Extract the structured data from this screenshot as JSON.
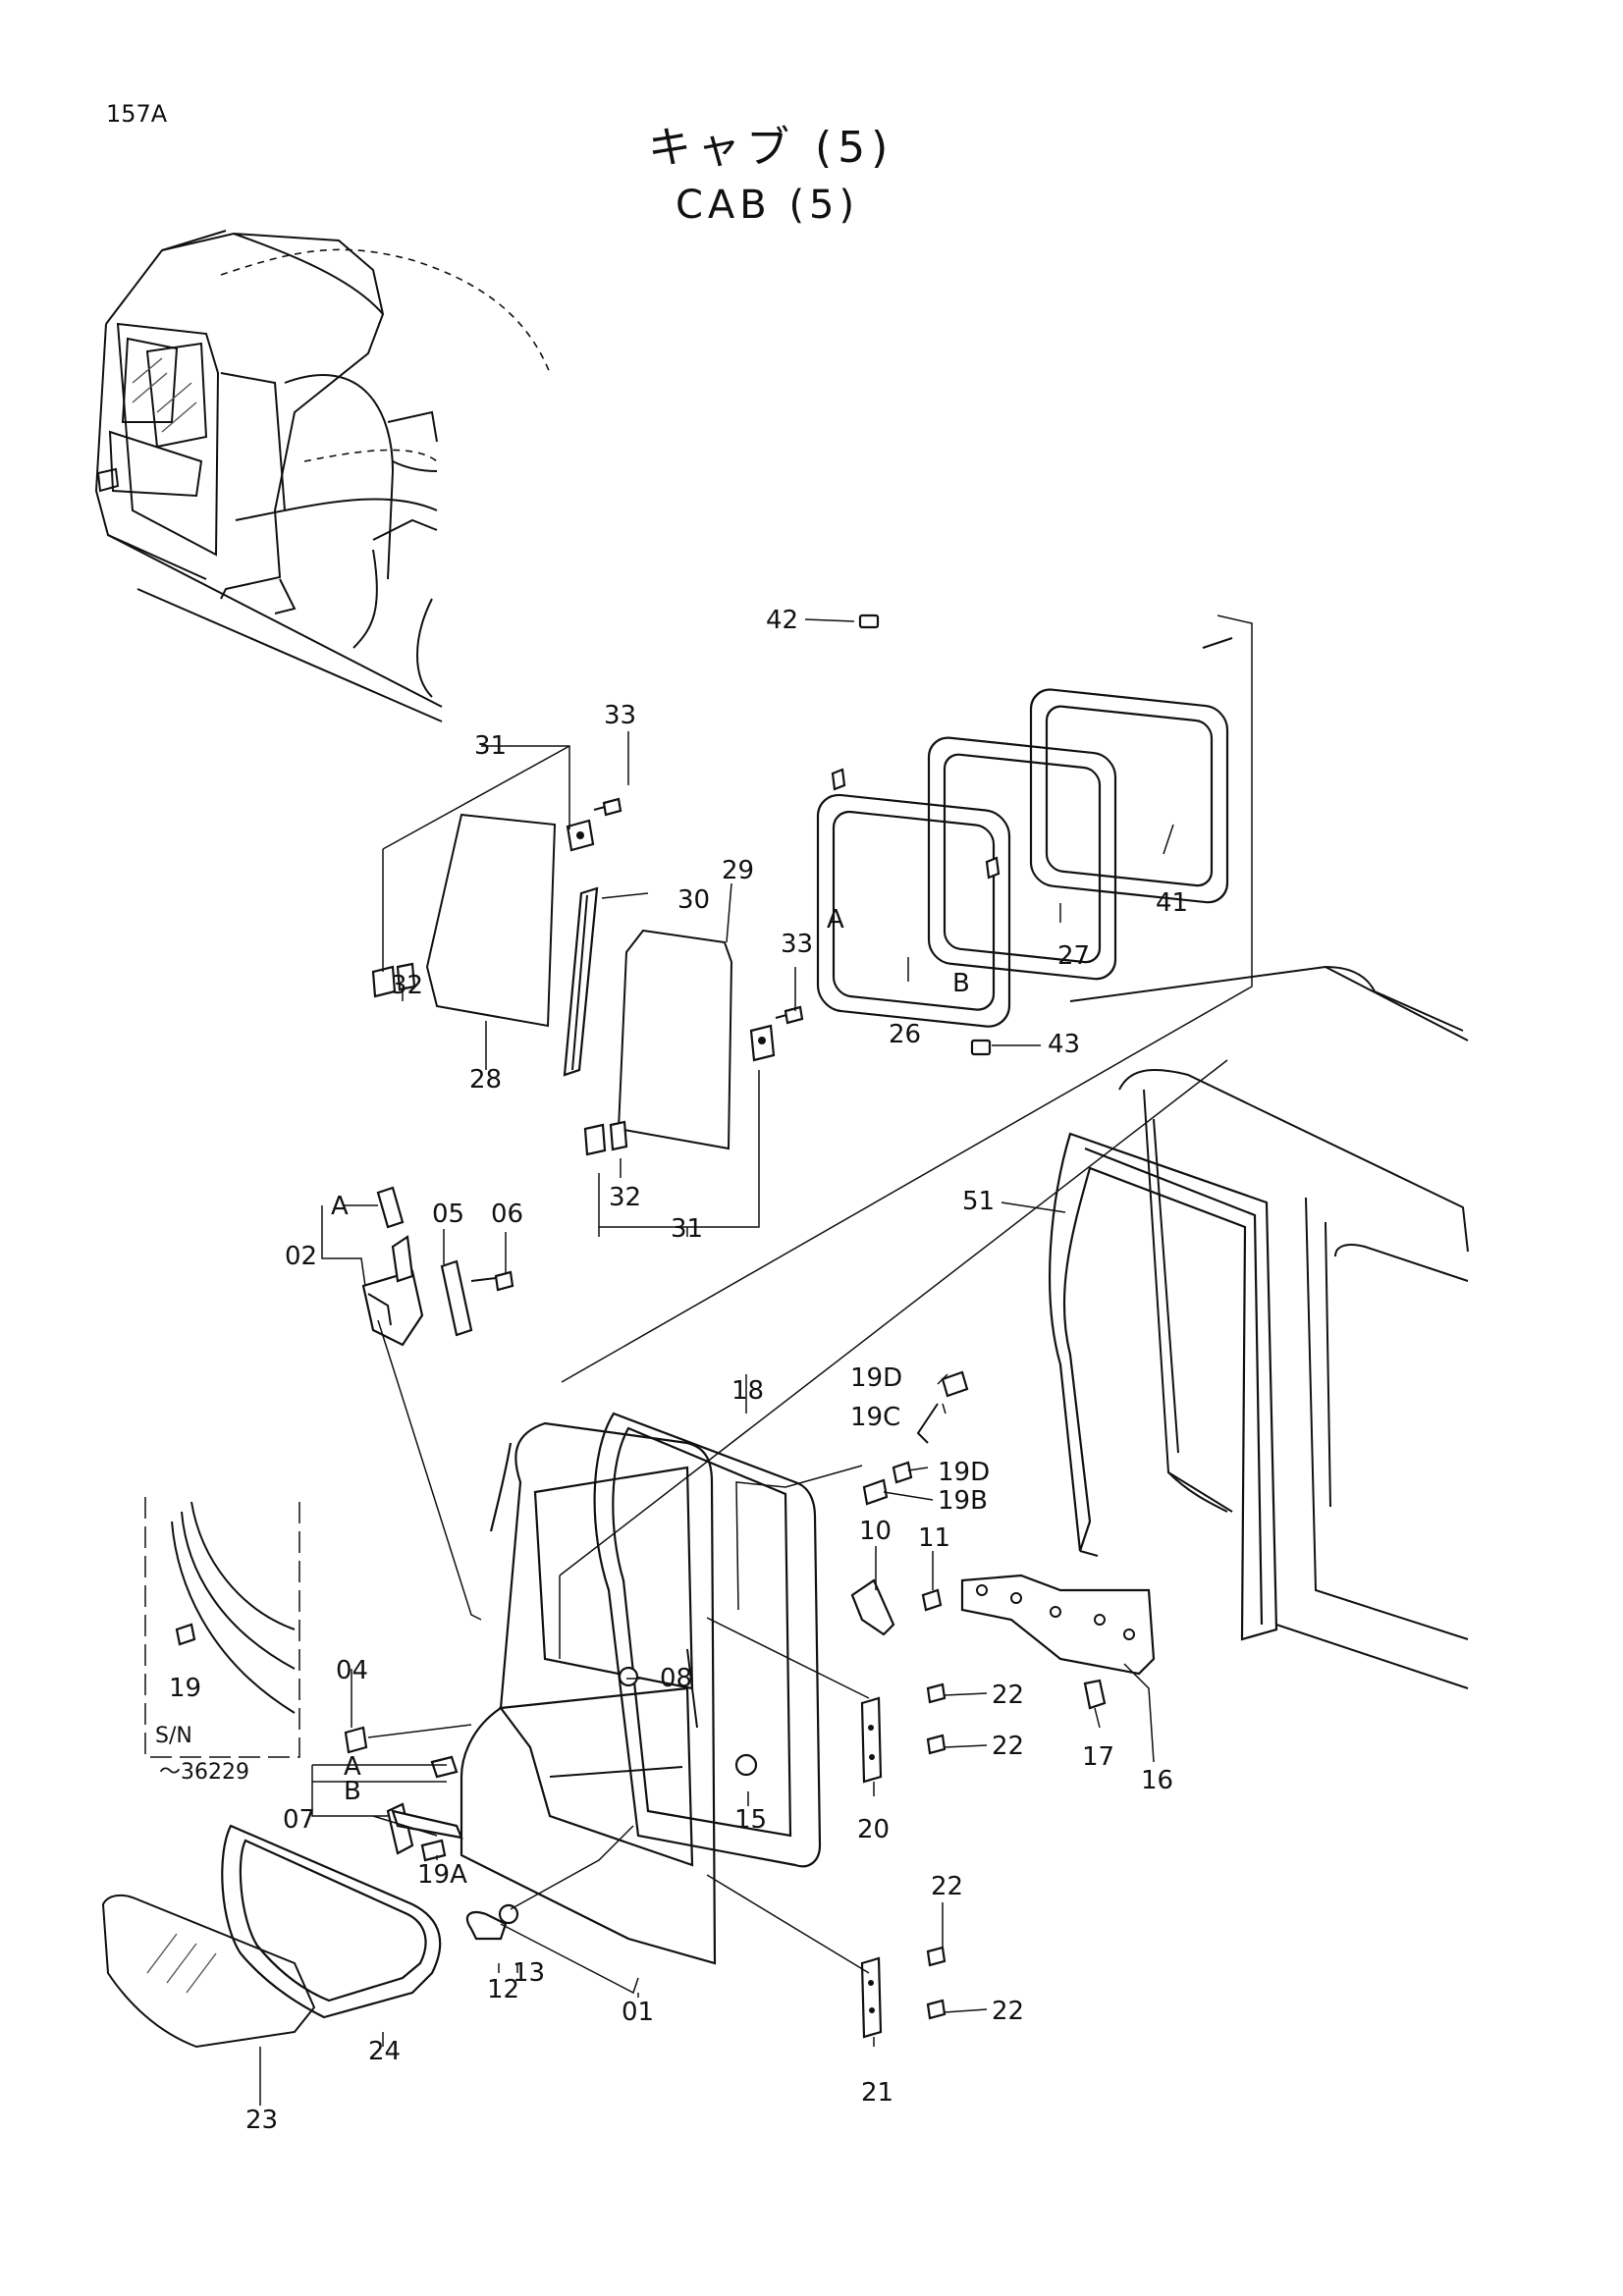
{
  "page_code": "157A",
  "title_jp": "キャブ (5)",
  "title_en": "CAB (5)",
  "serial_note": {
    "prefix": "S/N",
    "value": "～36229"
  },
  "callouts": {
    "c42": "42",
    "c33a": "33",
    "c31a": "31",
    "c29": "29",
    "c30": "30",
    "cA1": "A",
    "cB1": "B",
    "c41": "41",
    "c27": "27",
    "c26": "26",
    "c43": "43",
    "c32a": "32",
    "c28": "28",
    "c33b": "33",
    "c32b": "32",
    "c31b": "31",
    "cA2": "A",
    "c02": "02",
    "c05": "05",
    "c06": "06",
    "c51": "51",
    "c19D1": "19D",
    "c19C": "19C",
    "c19D2": "19D",
    "c19B": "19B",
    "c18": "18",
    "c10": "10",
    "c11": "11",
    "c19": "19",
    "c04": "04",
    "c08": "08",
    "c22a": "22",
    "c22b": "22",
    "c17": "17",
    "c16": "16",
    "cA3": "A",
    "cB3": "B",
    "c07": "07",
    "c15": "15",
    "c20": "20",
    "c19A": "19A",
    "c22c": "22",
    "c22d": "22",
    "c12": "12",
    "c13": "13",
    "c01": "01",
    "c24": "24",
    "c21": "21",
    "c23": "23"
  }
}
